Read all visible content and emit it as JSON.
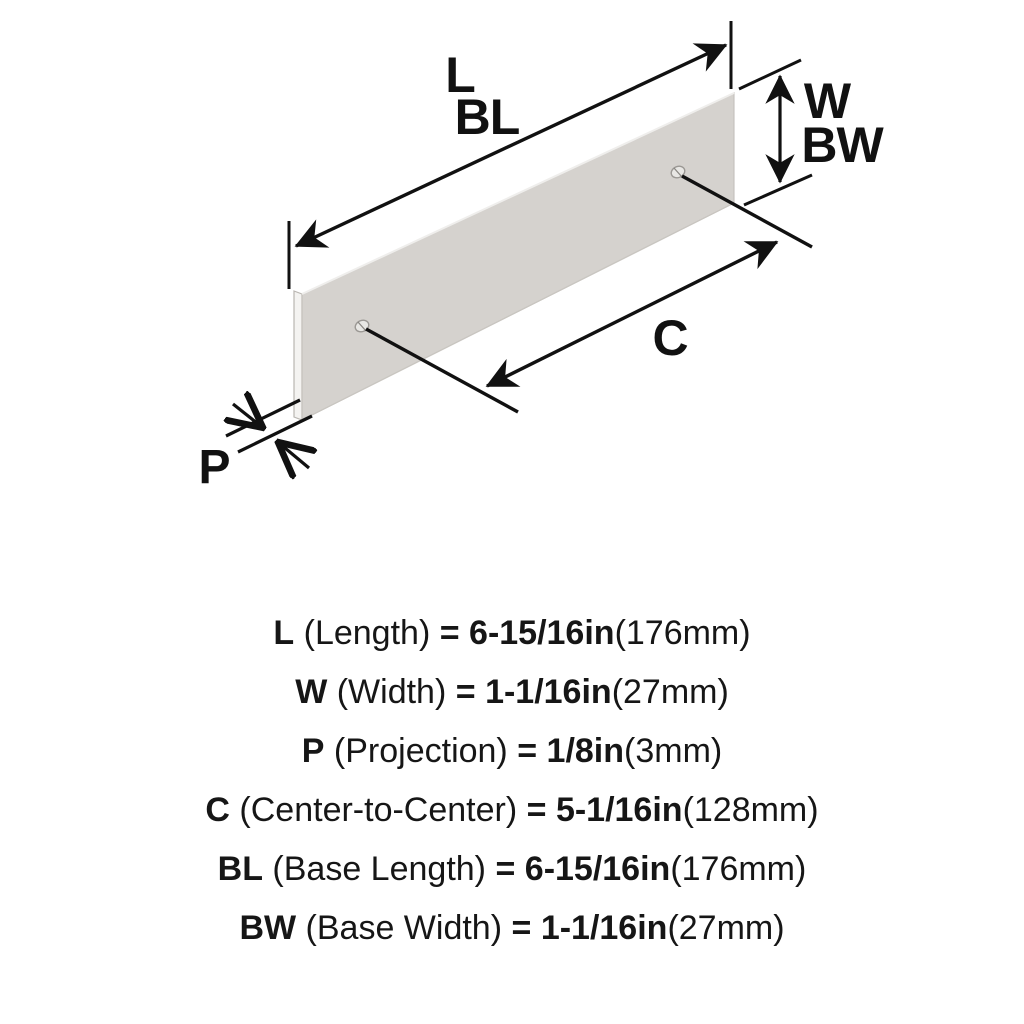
{
  "diagram": {
    "title": "Cabinet pull dimension diagram",
    "colors": {
      "plate_face": "#d5d2ce",
      "plate_edge": "#f2f1ef",
      "plate_outline": "#b9b6b1",
      "line": "#111111",
      "background": "#ffffff"
    },
    "labels": {
      "length": "L",
      "base_length": "BL",
      "width": "W",
      "base_width": "BW",
      "projection": "P",
      "center_to_center": "C"
    }
  },
  "specs": [
    {
      "symbol": "L",
      "name": "(Length)",
      "equals": "=",
      "imperial": "6-15/16in",
      "metric": "(176mm)"
    },
    {
      "symbol": "W",
      "name": "(Width)",
      "equals": "=",
      "imperial": "1-1/16in",
      "metric": "(27mm)"
    },
    {
      "symbol": "P",
      "name": "(Projection)",
      "equals": "=",
      "imperial": "1/8in",
      "metric": "(3mm)"
    },
    {
      "symbol": "C",
      "name": "(Center-to-Center)",
      "equals": "=",
      "imperial": "5-1/16in",
      "metric": "(128mm)"
    },
    {
      "symbol": "BL",
      "name": "(Base Length)",
      "equals": "=",
      "imperial": "6-15/16in",
      "metric": "(176mm)"
    },
    {
      "symbol": "BW",
      "name": "(Base Width)",
      "equals": "=",
      "imperial": "1-1/16in",
      "metric": "(27mm)"
    }
  ]
}
